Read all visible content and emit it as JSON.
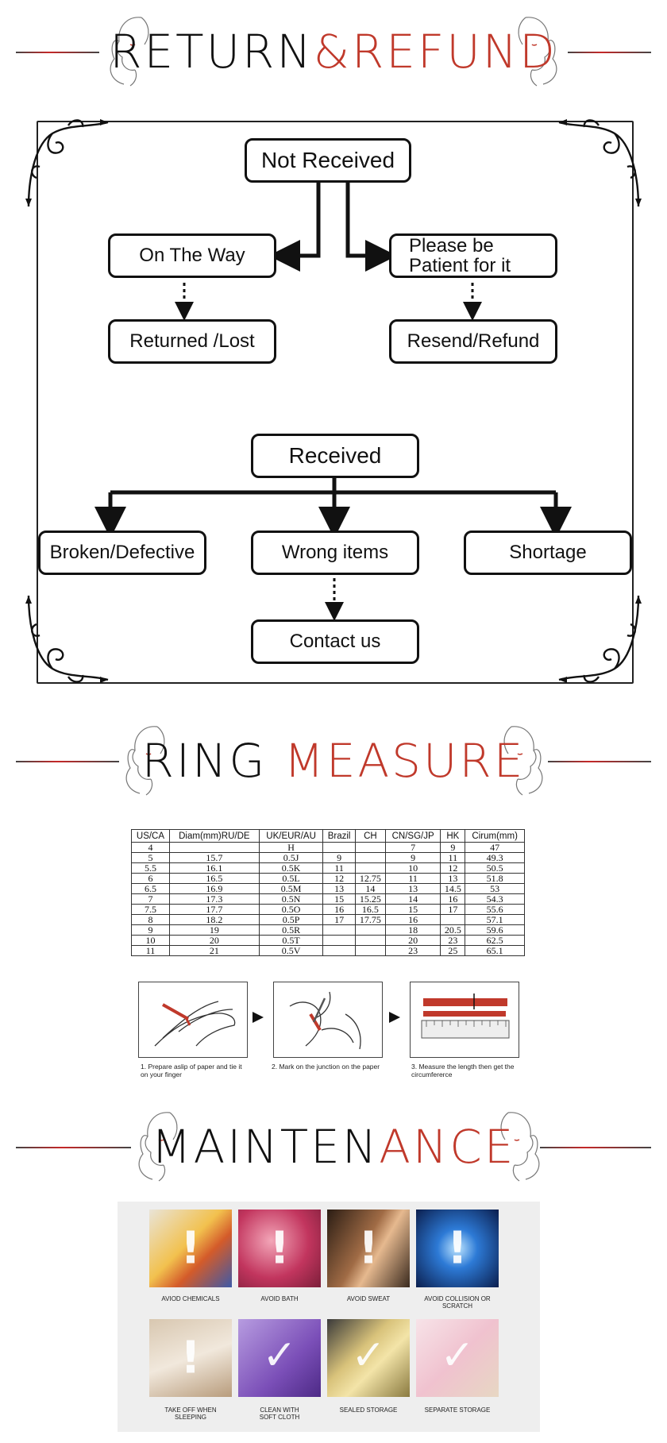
{
  "sections": {
    "return_title_a": "RETURN",
    "return_title_amp": "&",
    "return_title_b": "REFUND",
    "ring_title_a": "RING ",
    "ring_title_b": "MEASURE",
    "maint_title_a": "MAINTEN",
    "maint_title_b": "ANCE"
  },
  "flow": {
    "not_received": "Not Received",
    "on_the_way": "On The Way",
    "please_patient_1": "Please be",
    "please_patient_2": "Patient for it",
    "returned_lost": "Returned /Lost",
    "resend_refund": "Resend/Refund",
    "received": "Received",
    "broken_defective": "Broken/Defective",
    "wrong_items": "Wrong items",
    "shortage": "Shortage",
    "contact_us": "Contact us"
  },
  "ring_table": {
    "headers": [
      "US/CA",
      "Diam(mm)RU/DE",
      "UK/EUR/AU",
      "Brazil",
      "CH",
      "CN/SG/JP",
      "HK",
      "Cirum(mm)"
    ],
    "rows": [
      [
        "4",
        "",
        "H",
        "",
        "",
        "7",
        "9",
        "47"
      ],
      [
        "5",
        "15.7",
        "0.5J",
        "9",
        "",
        "9",
        "11",
        "49.3"
      ],
      [
        "5.5",
        "16.1",
        "0.5K",
        "11",
        "",
        "10",
        "12",
        "50.5"
      ],
      [
        "6",
        "16.5",
        "0.5L",
        "12",
        "12.75",
        "11",
        "13",
        "51.8"
      ],
      [
        "6.5",
        "16.9",
        "0.5M",
        "13",
        "14",
        "13",
        "14.5",
        "53"
      ],
      [
        "7",
        "17.3",
        "0.5N",
        "15",
        "15.25",
        "14",
        "16",
        "54.3"
      ],
      [
        "7.5",
        "17.7",
        "0.5O",
        "16",
        "16.5",
        "15",
        "17",
        "55.6"
      ],
      [
        "8",
        "18.2",
        "0.5P",
        "17",
        "17.75",
        "16",
        "",
        "57.1"
      ],
      [
        "9",
        "19",
        "0.5R",
        "",
        "",
        "18",
        "20.5",
        "59.6"
      ],
      [
        "10",
        "20",
        "0.5T",
        "",
        "",
        "20",
        "23",
        "62.5"
      ],
      [
        "11",
        "21",
        "0.5V",
        "",
        "",
        "23",
        "25",
        "65.1"
      ]
    ]
  },
  "steps": {
    "step1_a": "1. Prepare aslip of paper and tie it",
    "step1_b": "on your finger",
    "step2": "2. Mark on the junction on the paper",
    "step3_a": "3. Measure the length then get the",
    "step3_b": "circumfererce"
  },
  "maintenance": {
    "items": [
      {
        "label": "AVIOD CHEMICALS",
        "mark": "!"
      },
      {
        "label": "AVOID BATH",
        "mark": "!"
      },
      {
        "label": "AVOID SWEAT",
        "mark": "!"
      },
      {
        "label_a": "AVOID COLLISION OR",
        "label_b": "SCRATCH",
        "mark": "!"
      },
      {
        "label_a": "TAKE OFF WHEN",
        "label_b": "SLEEPING",
        "mark": "!"
      },
      {
        "label_a": "CLEAN WITH",
        "label_b": "SOFT CLOTH",
        "mark": "✓"
      },
      {
        "label": "SEALED STORAGE",
        "mark": "✓"
      },
      {
        "label": "SEPARATE STORAGE",
        "mark": "✓"
      }
    ]
  },
  "colors": {
    "accent_red": "#c0392b",
    "ink": "#111111"
  }
}
